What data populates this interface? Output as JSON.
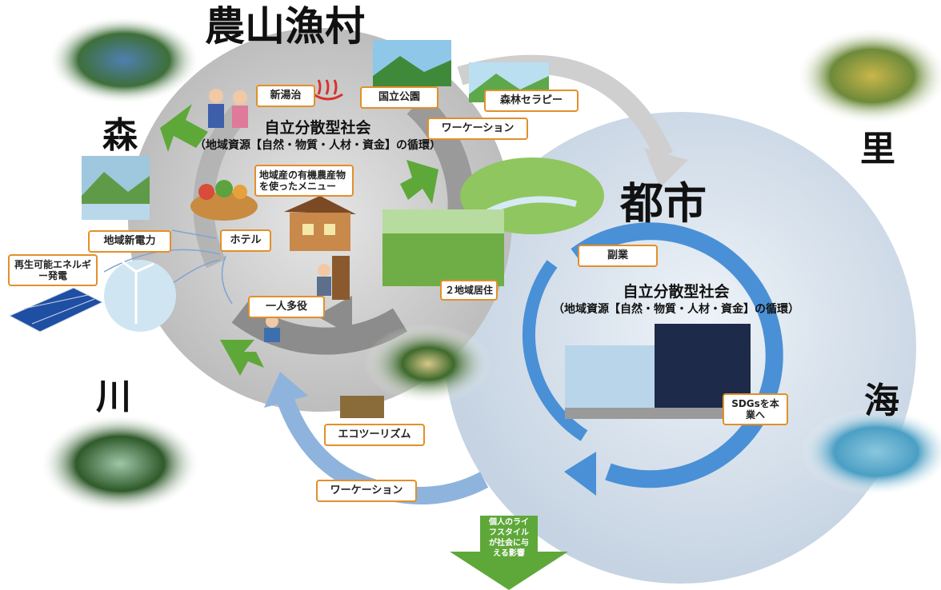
{
  "regions": {
    "rural": "農山漁村",
    "urban": "都市",
    "forest": "森",
    "village": "里",
    "river": "川",
    "sea": "海"
  },
  "rural_cycle": {
    "title": "自立分散型社会",
    "subtitle": "（地域資源【自然・物質・人材・資金】の循環）"
  },
  "urban_cycle": {
    "title": "自立分散型社会",
    "subtitle": "（地域資源【自然・物質・人材・資金】の循環）"
  },
  "labels": {
    "shintoji": "新湯治",
    "national_park": "国立公園",
    "forest_therapy": "森林セラピー",
    "workation_top": "ワーケーション",
    "organic_menu": "地域産の有機農産物を使ったメニュー",
    "hotel": "ホテル",
    "local_power": "地域新電力",
    "renewable": "再生可能エネルギー発電",
    "multi_role": "一人多役",
    "two_region": "２地域居住",
    "side_job": "副業",
    "sdgs": "SDGsを本業へ",
    "ecotourism": "エコツーリズム",
    "workation_bottom": "ワーケーション",
    "impact": "個人のライフスタイルが社会に与える影響"
  },
  "colors": {
    "rural_circle": "#c9c9c9",
    "urban_circle": "#dbe4ee",
    "urban_arrow": "#4a90d6",
    "green_arrow": "#5ea83a",
    "label_border": "#e38f2a"
  }
}
